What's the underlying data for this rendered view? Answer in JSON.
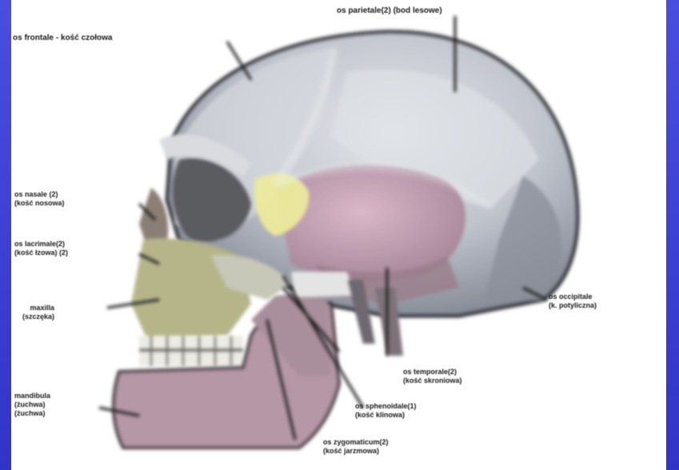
{
  "labels": {
    "parietal": "os parietale(2) (bod lesowe)",
    "frontale": "os frontale - kość czołowa",
    "nasale_1": "os nasale (2)",
    "nasale_2": "(kość nosowa)",
    "lacrimale_1": "os lacrimale(2)",
    "lacrimale_2": "(kość łzowa) (2)",
    "maxilla_1": "maxilla",
    "maxilla_2": "(szczęka)",
    "occipitale_1": "os occipitale",
    "occipitale_2": "(k. potyliczna)",
    "temporale_1": "os temporale(2)",
    "temporale_2": "(kość skroniowa)",
    "sphenoidale_1": "os sphenoidale(1)",
    "sphenoidale_2": "(kość klinowa)",
    "mandibula_1": "mandibula",
    "mandibula_2": "(żuchwa)",
    "mandibula_3": "(żuchwa)",
    "zygomaticum_1": "os zygomaticum(2)",
    "zygomaticum_2": "(kość jarzmowa)"
  },
  "colors": {
    "slide_background": "#3b3fd6",
    "cranium": "#bcc0c9",
    "temporal_bone": "#c9a3b8",
    "sphenoid_bone": "#e6e39a",
    "maxilla": "#b8b888",
    "mandible": "#b89aa8"
  }
}
